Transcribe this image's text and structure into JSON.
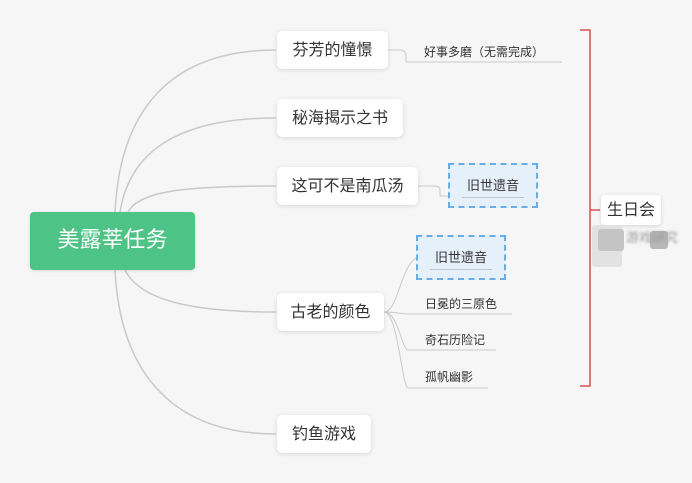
{
  "mindmap": {
    "root": {
      "label": "美露莘任务"
    },
    "branches": [
      {
        "label": "芬芳的憧憬",
        "children": [
          {
            "label": "好事多磨（无需完成）"
          }
        ]
      },
      {
        "label": "秘海揭示之书",
        "children": []
      },
      {
        "label": "这可不是南瓜汤",
        "children": [
          {
            "label": "旧世遗音",
            "highlight": true
          }
        ]
      },
      {
        "label": "古老的颜色",
        "children": [
          {
            "label": "旧世遗音",
            "highlight": true
          },
          {
            "label": "日冕的三原色"
          },
          {
            "label": "奇石历险记"
          },
          {
            "label": "孤帆幽影"
          }
        ]
      },
      {
        "label": "钓鱼游戏",
        "children": []
      }
    ],
    "summary": {
      "label": "生日会"
    },
    "obscured_text": "游戏研究",
    "colors": {
      "root_bg": "#4dc386",
      "link": "#c9c9c9",
      "bracket": "#d9534f",
      "highlight_border": "#6aaee8",
      "highlight_bg": "#e5f0fb"
    }
  }
}
